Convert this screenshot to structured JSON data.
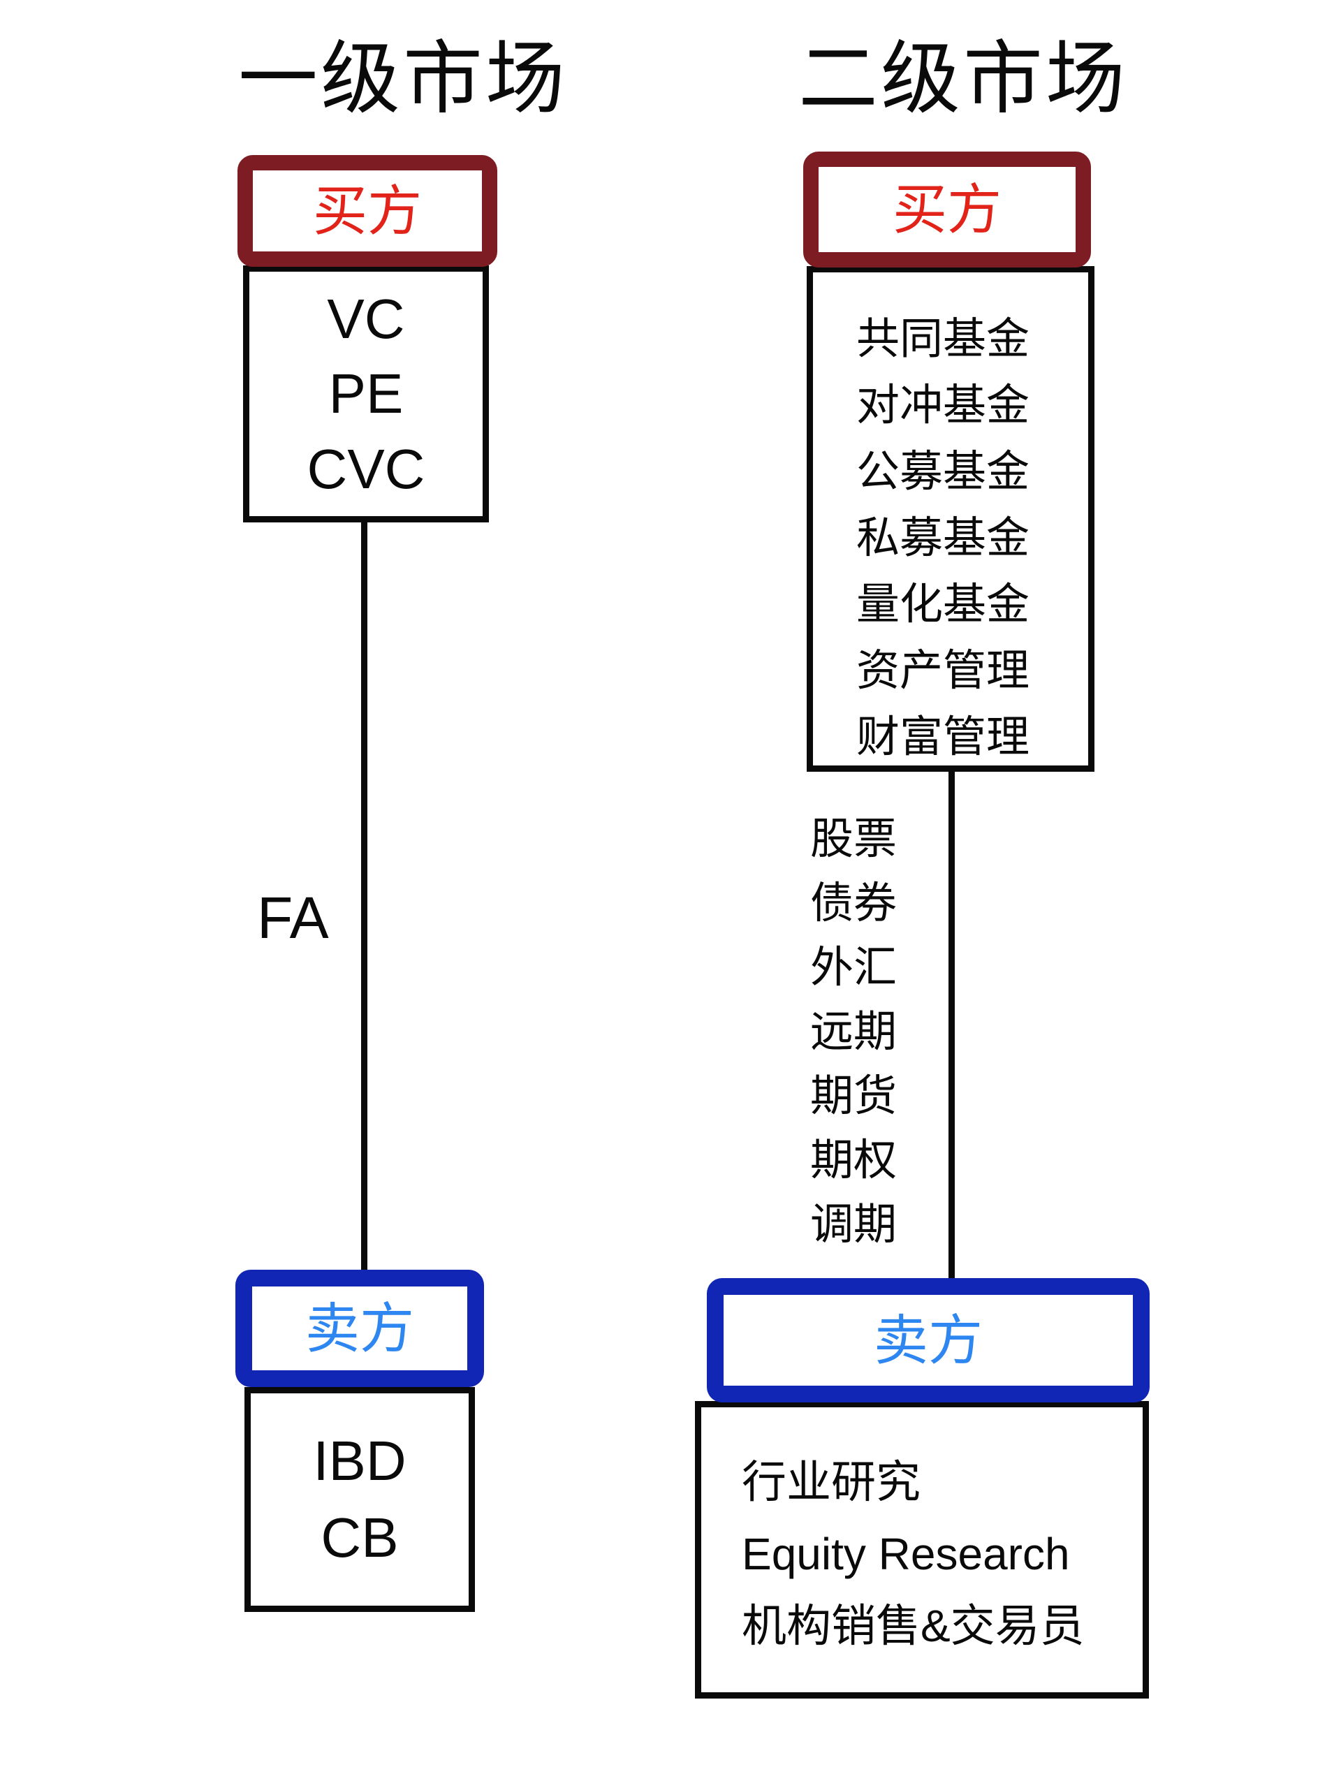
{
  "diagram": {
    "colors": {
      "buy_side_border": "#7d1c22",
      "buy_side_text": "#e2231a",
      "sell_side_border": "#1126b5",
      "sell_side_text": "#2e86f0",
      "line": "#0a0a0a"
    },
    "primary_market": {
      "title": "一级市场",
      "buy_side_label": "买方",
      "buy_side_members": [
        "VC",
        "PE",
        "CVC"
      ],
      "connector_label": "FA",
      "sell_side_label": "卖方",
      "sell_side_members": [
        "IBD",
        "CB"
      ]
    },
    "secondary_market": {
      "title": "二级市场",
      "buy_side_label": "买方",
      "buy_side_members": [
        "共同基金",
        "对冲基金",
        "公募基金",
        "私募基金",
        "量化基金",
        "资产管理",
        "财富管理"
      ],
      "connector_labels": [
        "股票",
        "债券",
        "外汇",
        "远期",
        "期货",
        "期权",
        "调期"
      ],
      "sell_side_label": "卖方",
      "sell_side_members": [
        "行业研究",
        "Equity Research",
        "机构销售&交易员"
      ]
    }
  }
}
